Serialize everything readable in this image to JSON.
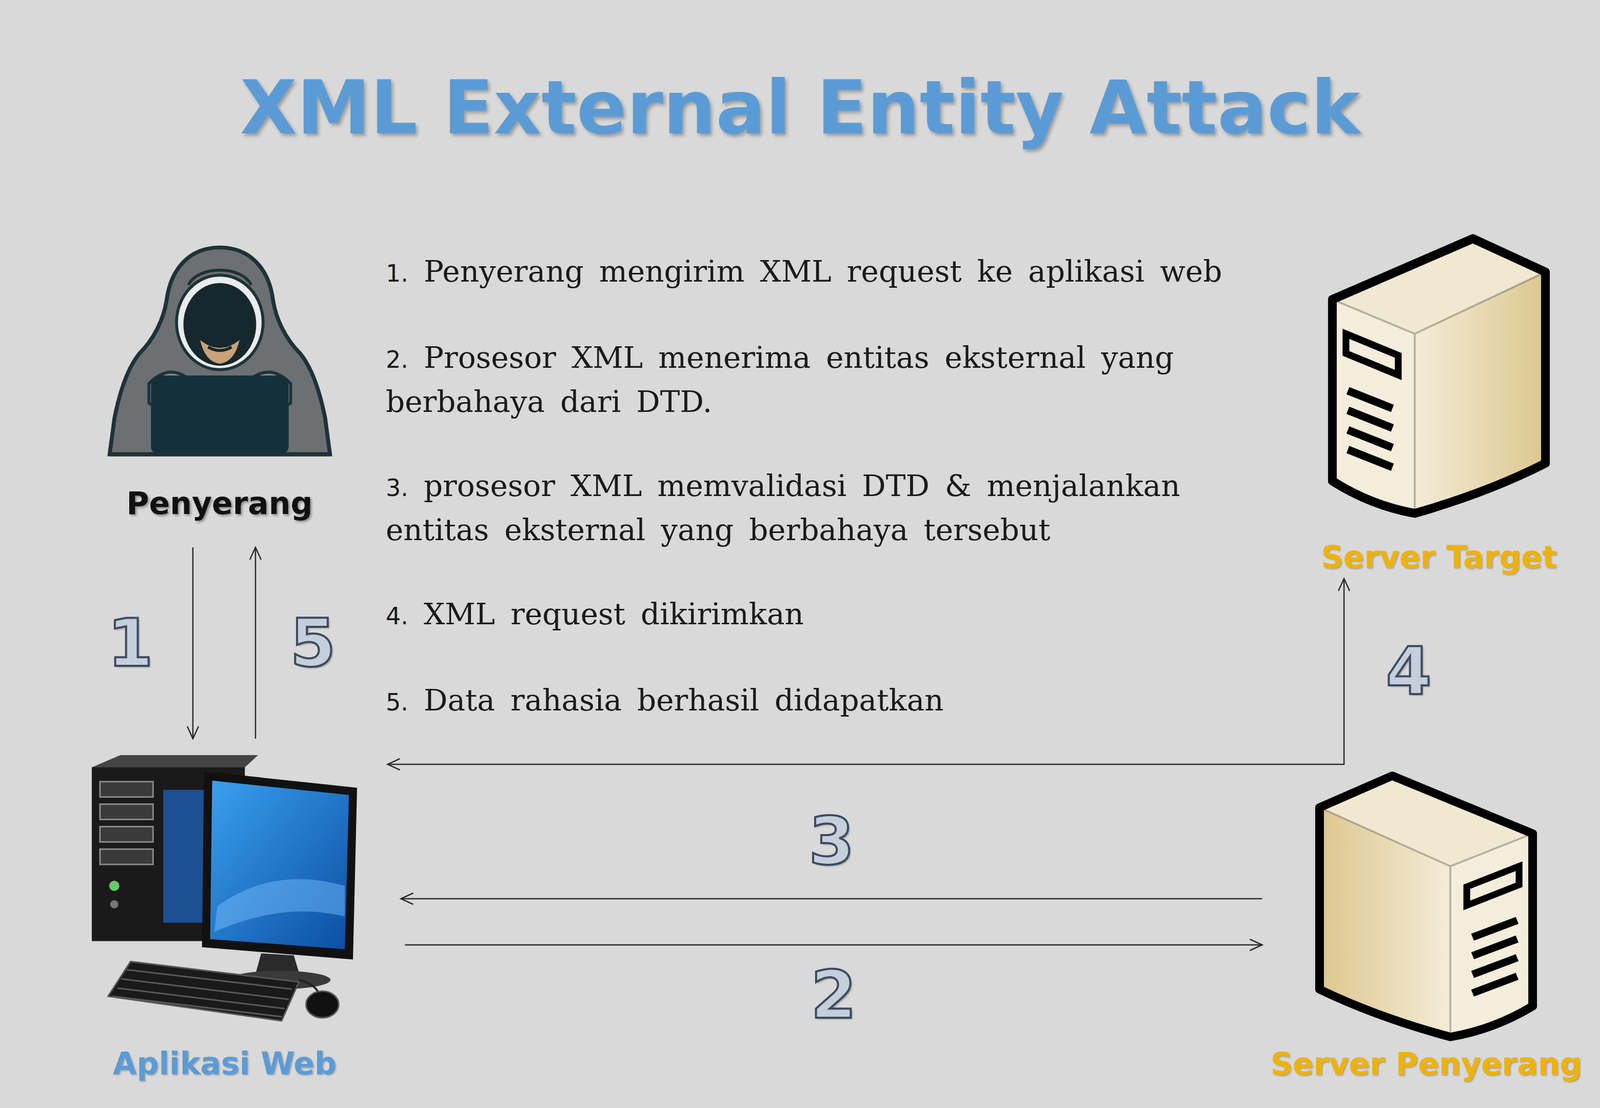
{
  "diagram": {
    "title": "XML External Entity Attack",
    "nodes": [
      {
        "text": [
          "Penyerang"
        ]
      },
      {
        "text": [
          "Server Target"
        ]
      },
      {
        "text": [
          "Aplikasi Web"
        ]
      },
      {
        "text": [
          "Server Penyerang"
        ]
      }
    ],
    "edges": [
      {
        "from": 0,
        "to": 2,
        "arrow": "to",
        "label": "1"
      },
      {
        "from": 2,
        "to": 0,
        "arrow": "to",
        "label": "5"
      },
      {
        "from": 2,
        "to": 3,
        "arrow": "to",
        "label": "2"
      },
      {
        "from": 3,
        "to": 2,
        "arrow": "to",
        "label": "3"
      },
      {
        "from": 2,
        "to": 1,
        "arrow": "both",
        "label": "4"
      }
    ],
    "labels": [
      "1. Penyerang mengirim XML request ke aplikasi web",
      "2. Prosesor XML menerima entitas eksternal yang berbahaya dari DTD.",
      "3. prosesor XML memvalidasi DTD & menjalankan entitas eksternal yang berbahaya tersebut",
      "4. XML request dikirimkan",
      "5. Data rahasia berhasil didapatkan"
    ]
  }
}
